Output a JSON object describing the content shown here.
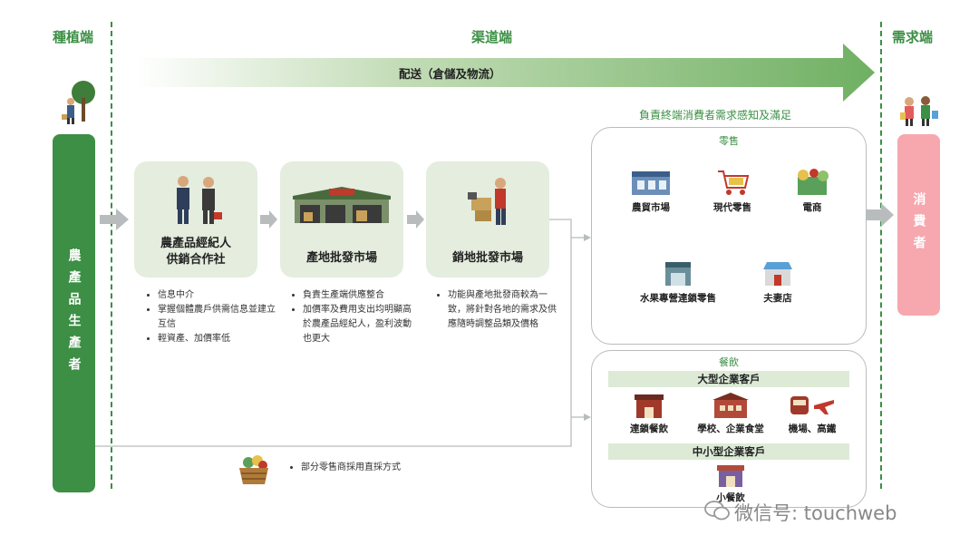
{
  "headers": {
    "planting": "種植端",
    "channel": "渠道端",
    "demand": "需求端"
  },
  "logistics_banner": "配送（倉儲及物流）",
  "producer": "農產品生產者",
  "consumer": "消費者",
  "demand_caption": "負責終端消費者需求感知及滿足",
  "stages": [
    {
      "label_line1": "農產品經紀人",
      "label_line2": "供銷合作社",
      "bullets": [
        "信息中介",
        "掌握個體農戶供需信息並建立互信",
        "輕資產、加價率低"
      ]
    },
    {
      "label_line1": "產地批發市場",
      "label_line2": "",
      "bullets": [
        "負責生產端供應整合",
        "加價率及費用支出均明顯高於農產品經紀人，盈利波動也更大"
      ]
    },
    {
      "label_line1": "銷地批發市場",
      "label_line2": "",
      "bullets": [
        "功能與產地批發商較為一致，將針對各地的需求及供應隨時調整品類及價格"
      ]
    }
  ],
  "retail": {
    "title": "零售",
    "items": [
      "農貿市場",
      "現代零售",
      "電商",
      "水果專營連鎖零售",
      "夫妻店"
    ]
  },
  "catering": {
    "title": "餐飲",
    "large_title": "大型企業客戶",
    "large_items": [
      "連鎖餐飲",
      "學校、企業食堂",
      "機場、高鐵"
    ],
    "small_title": "中小型企業客戶",
    "small_items": [
      "小餐飲"
    ]
  },
  "direct_note": "部分零售商採用直採方式",
  "watermark": "微信号: touchweb",
  "colors": {
    "green_dark": "#3c8f45",
    "green_light": "#e4edde",
    "pink": "#f6a8ae",
    "arrow_grey": "#b8bcbd"
  }
}
